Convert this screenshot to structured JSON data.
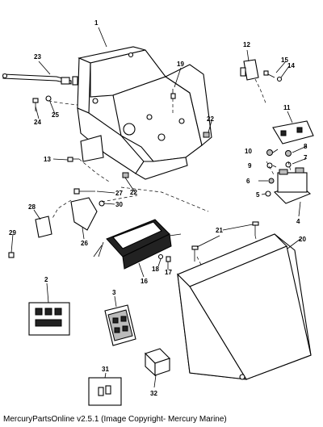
{
  "footer": {
    "text": "MercuryPartsOnline v2.5.1 (Image Copyright- Mercury Marine)"
  },
  "callouts": [
    {
      "id": "c1",
      "label": "1"
    },
    {
      "id": "c2",
      "label": "2"
    },
    {
      "id": "c3",
      "label": "3"
    },
    {
      "id": "c4",
      "label": "4"
    },
    {
      "id": "c5",
      "label": "5"
    },
    {
      "id": "c6",
      "label": "6"
    },
    {
      "id": "c7",
      "label": "7"
    },
    {
      "id": "c8",
      "label": "8"
    },
    {
      "id": "c9",
      "label": "9"
    },
    {
      "id": "c10",
      "label": "10"
    },
    {
      "id": "c11",
      "label": "11"
    },
    {
      "id": "c12",
      "label": "12"
    },
    {
      "id": "c13",
      "label": "13"
    },
    {
      "id": "c14",
      "label": "14"
    },
    {
      "id": "c15",
      "label": "15"
    },
    {
      "id": "c16",
      "label": "16"
    },
    {
      "id": "c17",
      "label": "17"
    },
    {
      "id": "c18",
      "label": "18"
    },
    {
      "id": "c19",
      "label": "19"
    },
    {
      "id": "c20",
      "label": "20"
    },
    {
      "id": "c21",
      "label": "21"
    },
    {
      "id": "c22a",
      "label": "22"
    },
    {
      "id": "c22b",
      "label": "22"
    },
    {
      "id": "c23",
      "label": "23"
    },
    {
      "id": "c24",
      "label": "24"
    },
    {
      "id": "c25",
      "label": "25"
    },
    {
      "id": "c26",
      "label": "26"
    },
    {
      "id": "c27",
      "label": "27"
    },
    {
      "id": "c28",
      "label": "28"
    },
    {
      "id": "c29",
      "label": "29"
    },
    {
      "id": "c30",
      "label": "30"
    },
    {
      "id": "c31",
      "label": "31"
    },
    {
      "id": "c32",
      "label": "32"
    }
  ]
}
